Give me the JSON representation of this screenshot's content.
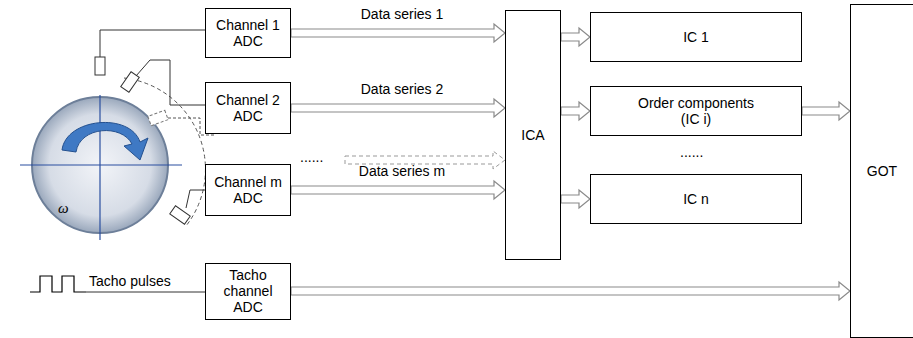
{
  "diagram": {
    "nodes": [
      {
        "text": [
          "Channel 1 ADC"
        ]
      },
      {
        "text": [
          "Channel 2 ADC"
        ]
      },
      {
        "text": [
          "Channel m ADC"
        ]
      },
      {
        "text": [
          "Tacho channel ADC"
        ]
      },
      {
        "text": [
          "ICA"
        ]
      },
      {
        "text": [
          "IC 1"
        ]
      },
      {
        "text": [
          "Order components (IC i)"
        ]
      },
      {
        "text": [
          "IC n"
        ]
      },
      {
        "text": [
          "GOT"
        ]
      }
    ],
    "edges": [
      {
        "from": 0,
        "to": 4,
        "label": "Data series 1",
        "arrow": "to"
      },
      {
        "from": 1,
        "to": 4,
        "label": "Data series 2",
        "arrow": "to"
      },
      {
        "from": 2,
        "to": 4,
        "label": "Data series m",
        "arrow": "to"
      },
      {
        "from": 4,
        "to": 5,
        "arrow": "to"
      },
      {
        "from": 4,
        "to": 6,
        "arrow": "to"
      },
      {
        "from": 4,
        "to": 7,
        "arrow": "to"
      },
      {
        "from": 6,
        "to": 8,
        "arrow": "to"
      },
      {
        "from": 3,
        "to": 8,
        "arrow": "to"
      }
    ],
    "labels": [
      "ω",
      "......",
      "......",
      "Tacho pulses"
    ]
  }
}
